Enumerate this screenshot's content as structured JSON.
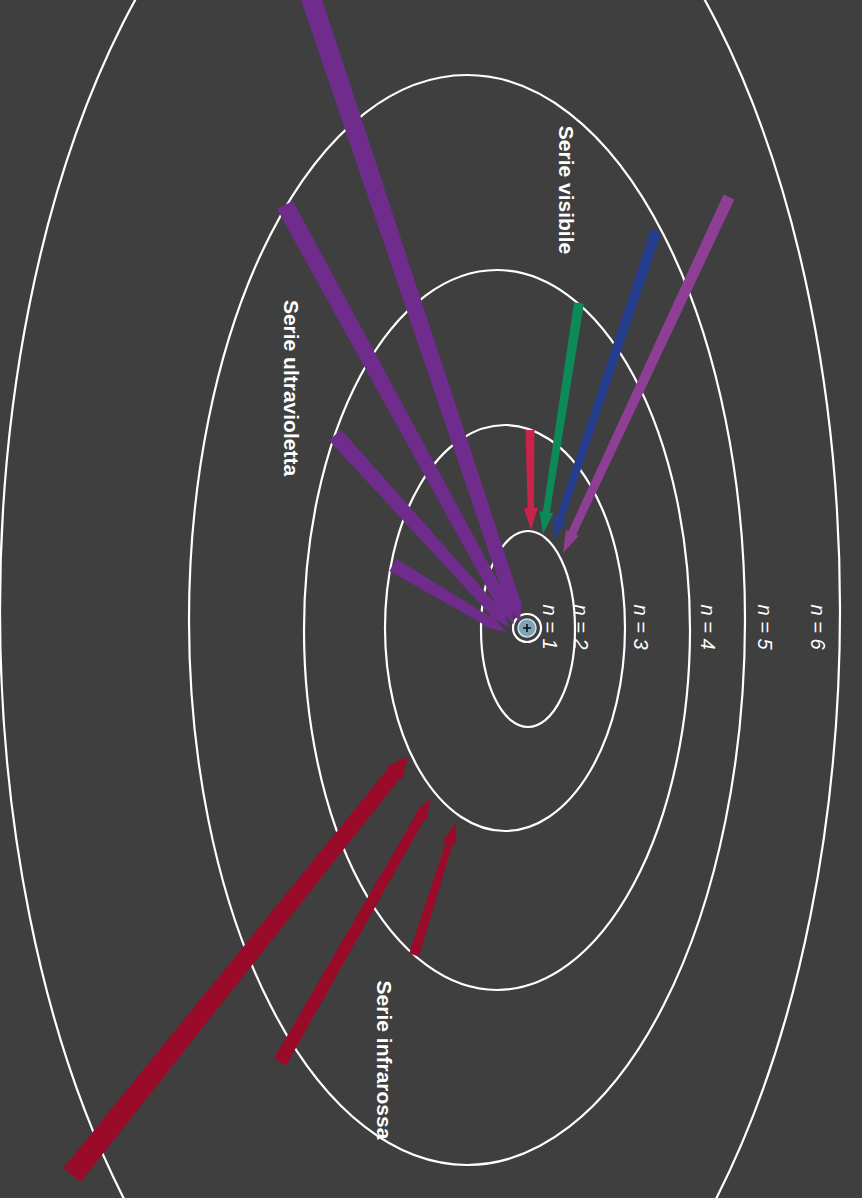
{
  "diagram": {
    "labels": [
      "Serie visibile",
      "Serie ultravioletta",
      "Serie infrarossa",
      "n = 1",
      "n = 2",
      "n = 3",
      "n = 4",
      "n = 5",
      "n = 6"
    ]
  }
}
